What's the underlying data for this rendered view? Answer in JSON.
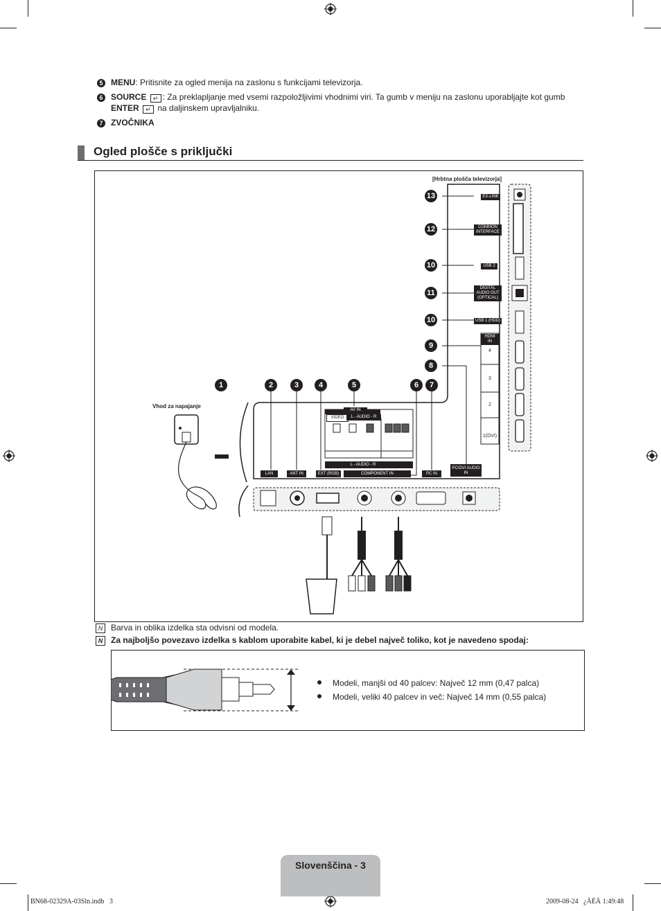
{
  "items": [
    {
      "num": "5",
      "label": "MENU",
      "text": ": Pritisnite za ogled menija na zaslonu s funkcijami televizorja."
    },
    {
      "num": "6",
      "label": "SOURCE",
      "text": ": Za preklapljanje med vsemi razpoložljivimi vhodnimi viri. Ta gumb v meniju na zaslonu uporabljajte kot gumb",
      "label2": "ENTER",
      "text2": "na daljinskem upravljalniku."
    },
    {
      "num": "7",
      "label": "ZVOČNIKA"
    }
  ],
  "section_title": "Ogled plošče s priključki",
  "diagram": {
    "rear_panel_caption": "[Hrbtna plošča televizorja]",
    "power_label": "Vhod za napajanje",
    "callouts_side": [
      "13",
      "12",
      "10",
      "11",
      "10",
      "9",
      "8"
    ],
    "callouts_bottom": [
      "1",
      "2",
      "3",
      "4",
      "5",
      "6",
      "7"
    ],
    "side_ports": [
      "EX-LINK",
      "COMMON INTERFACE",
      "USB 2",
      "DIGITAL AUDIO OUT (OPTICAL)",
      "USB 1 (HDD)",
      "HDMI IN"
    ],
    "hdmi_numbers": [
      "4",
      "3",
      "2",
      "1(DVI)"
    ],
    "bottom_ports": [
      "LAN",
      "ANT IN",
      "EXT (RGB)",
      "COMPONENT IN",
      "PC IN",
      "PC/DVI AUDIO IN"
    ],
    "av_in": "AV IN",
    "av_sub": [
      "VIDEO",
      "L - AUDIO - R"
    ],
    "comp_sub": "L - AUDIO - R"
  },
  "notes": [
    {
      "text": "Barva in oblika izdelka sta odvisni od modela.",
      "bold": false
    },
    {
      "text": "Za najboljšo povezavo izdelka s kablom uporabite kabel, ki je debel največ toliko, kot je navedeno spodaj:",
      "bold": true
    }
  ],
  "bullets": [
    "Modeli, manjši od 40 palcev: Največ 12 mm (0,47 palca)",
    "Modeli, veliki 40 palcev in več: Največ 14 mm (0,55 palca)"
  ],
  "footer": {
    "page_label": "Slovenščina - 3",
    "file": "BN68-02329A-03Sln.indb   3",
    "timestamp": "2009-08-24   ¿ÀÈÄ 1:49:48"
  }
}
